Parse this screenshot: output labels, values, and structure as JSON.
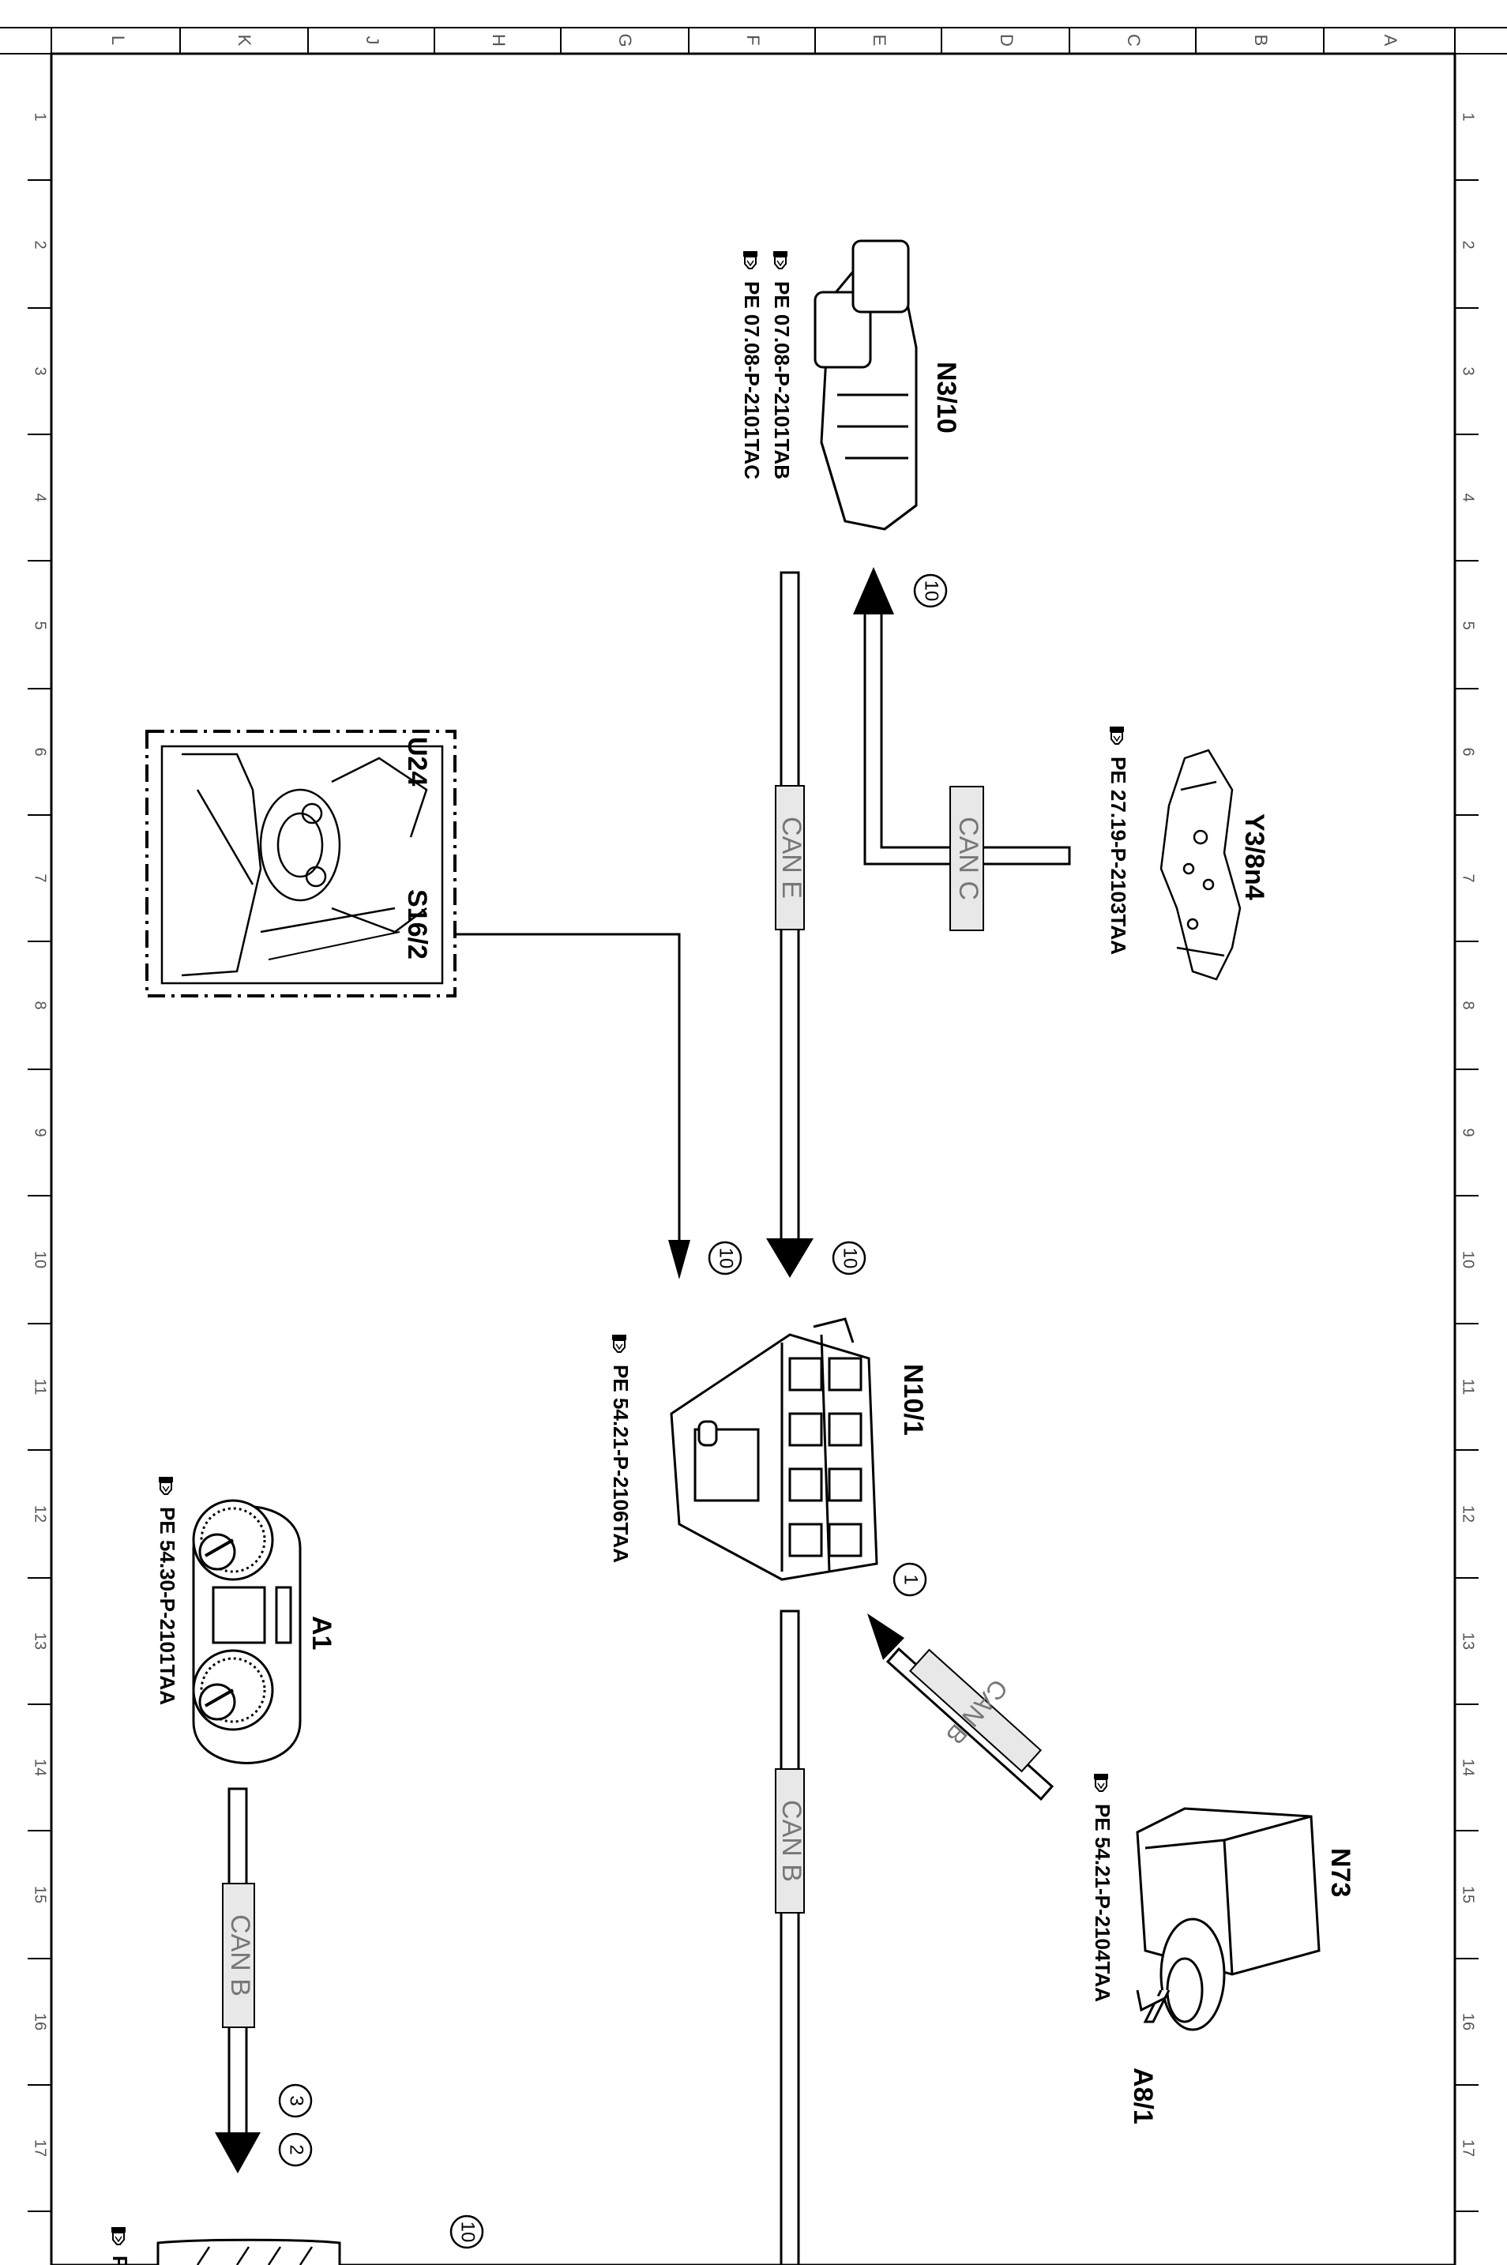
{
  "grid": {
    "columns": [
      "L",
      "K",
      "J",
      "H",
      "G",
      "F",
      "E",
      "D",
      "C",
      "B",
      "A"
    ],
    "rows": [
      "1",
      "2",
      "3",
      "4",
      "5",
      "6",
      "7",
      "8",
      "9",
      "10",
      "11",
      "12",
      "13",
      "14",
      "15",
      "16",
      "17"
    ]
  },
  "components": {
    "n3_10": {
      "label": "N3/10",
      "refs": [
        "PE 07.08-P-2101TAB",
        "PE 07.08-P-2101TAC"
      ]
    },
    "y3_8n4": {
      "label": "Y3/8n4",
      "refs": [
        "PE 27.19-P-2103TAA"
      ]
    },
    "u24": {
      "label": "U24"
    },
    "s16_2": {
      "label": "S16/2"
    },
    "n10_1": {
      "label": "N10/1",
      "refs": [
        "PE 54.21-P-2106TAA"
      ]
    },
    "a1": {
      "label": "A1",
      "refs": [
        "PE 54.30-P-2101TAA"
      ]
    },
    "n73": {
      "label": "N73",
      "refs": [
        "PE 54.21-P-2104TAA"
      ]
    },
    "a8_1": {
      "label": "A8/1"
    }
  },
  "buses": {
    "can_e": "CAN E",
    "can_c": "CAN C",
    "can_b_n73": "CAN B",
    "can_b_main": "CAN B",
    "can_b_a1": "CAN B"
  },
  "markers": {
    "m10_n3": "10",
    "m10_n10_a": "10",
    "m10_n10_b": "10",
    "m1": "1",
    "m3": "3",
    "m2": "2",
    "m10_bottom": "10"
  },
  "partial_ref_text": "P",
  "colors": {
    "ink": "#000000",
    "paper": "#ffffff",
    "label_box": "#e8e8e8",
    "dim_text": "#777777"
  }
}
